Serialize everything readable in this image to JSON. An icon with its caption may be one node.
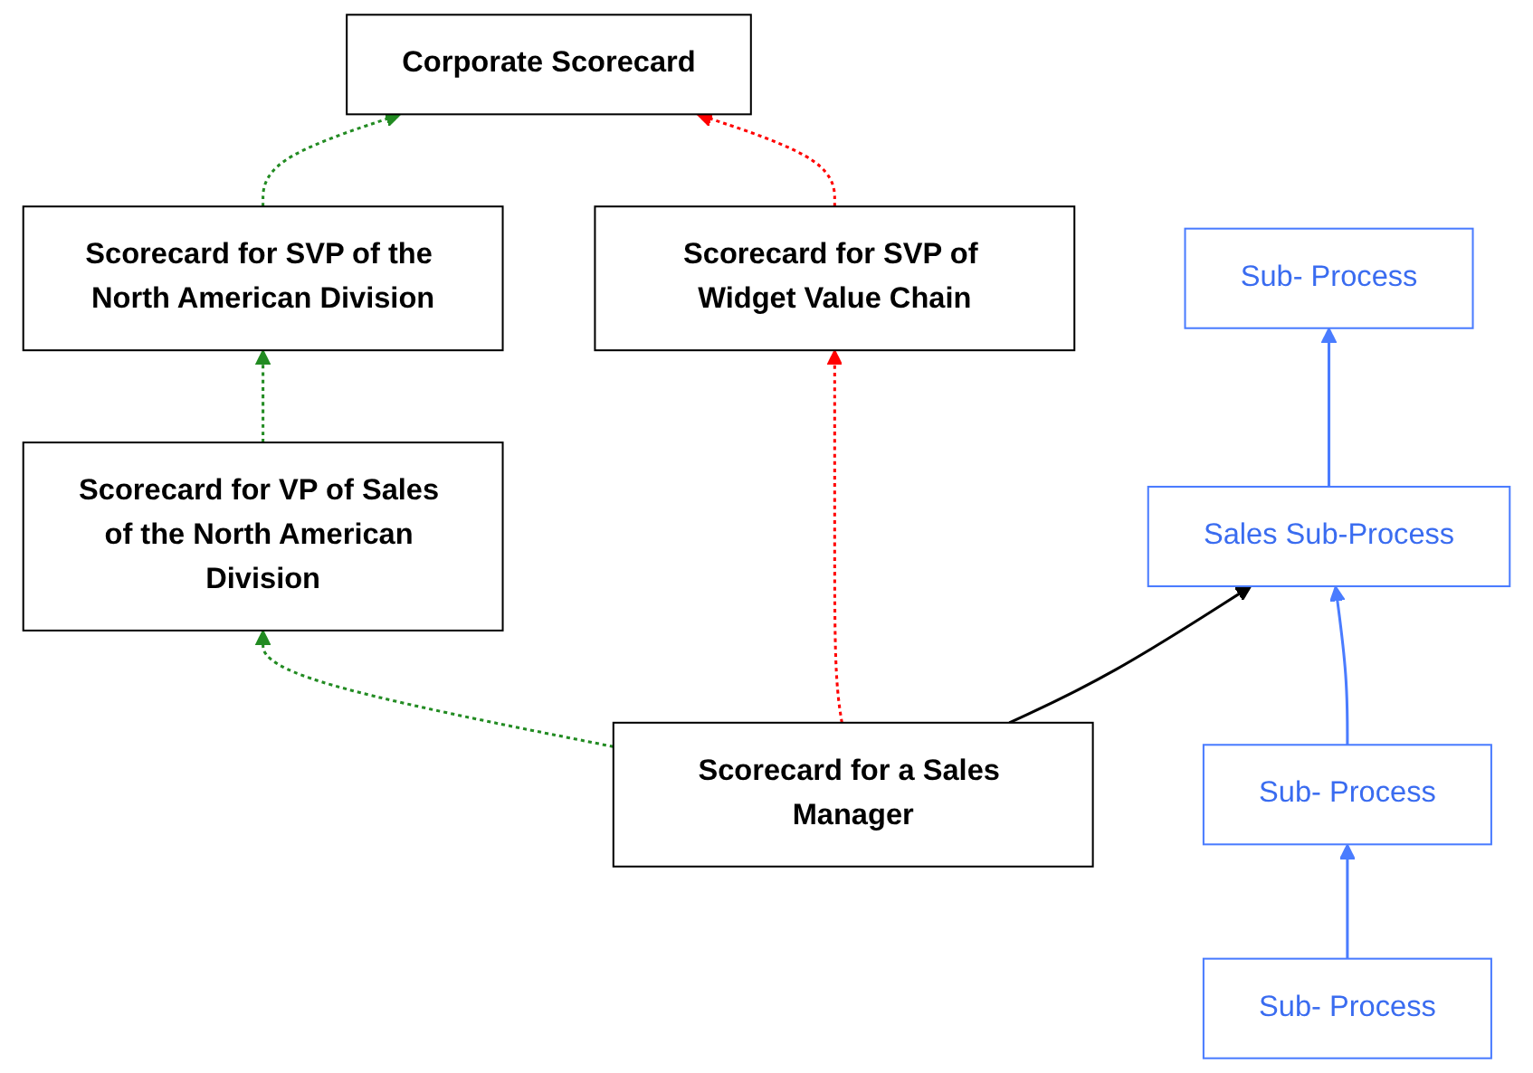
{
  "diagram": {
    "nodes": [
      {
        "text": [
          "Corporate Scorecard"
        ]
      },
      {
        "text": [
          "Scorecard for SVP of the North American Division"
        ]
      },
      {
        "text": [
          "Scorecard for VP of Sales of the North American Division"
        ]
      },
      {
        "text": [
          "Scorecard for SVP of Widget Value Chain"
        ]
      },
      {
        "text": [
          "Scorecard for a Sales Manager"
        ]
      },
      {
        "text": [
          "Sub- Process"
        ]
      },
      {
        "text": [
          "Sub- Process"
        ]
      },
      {
        "text": [
          "Sales Sub-Process"
        ]
      },
      {
        "text": [
          "Sub- Process"
        ]
      }
    ],
    "edges": [
      {
        "from": 1,
        "to": 0,
        "arrow": "to",
        "style": "dashed",
        "color": "#228b22"
      },
      {
        "from": 2,
        "to": 1,
        "arrow": "to",
        "style": "dashed",
        "color": "#228b22"
      },
      {
        "from": 4,
        "to": 2,
        "arrow": "to",
        "style": "dashed",
        "color": "#228b22"
      },
      {
        "from": 4,
        "to": 3,
        "arrow": "to",
        "style": "dashed",
        "color": "#ff0000"
      },
      {
        "from": 3,
        "to": 0,
        "arrow": "to",
        "style": "dashed",
        "color": "#ff0000"
      },
      {
        "from": 4,
        "to": 7,
        "arrow": "to",
        "color": "#000000"
      },
      {
        "from": 5,
        "to": 6,
        "arrow": "to",
        "color": "#4a7cff"
      },
      {
        "from": 6,
        "to": 7,
        "arrow": "to",
        "color": "#4a7cff"
      },
      {
        "from": 7,
        "to": 8,
        "arrow": "to",
        "color": "#4a7cff"
      }
    ]
  }
}
